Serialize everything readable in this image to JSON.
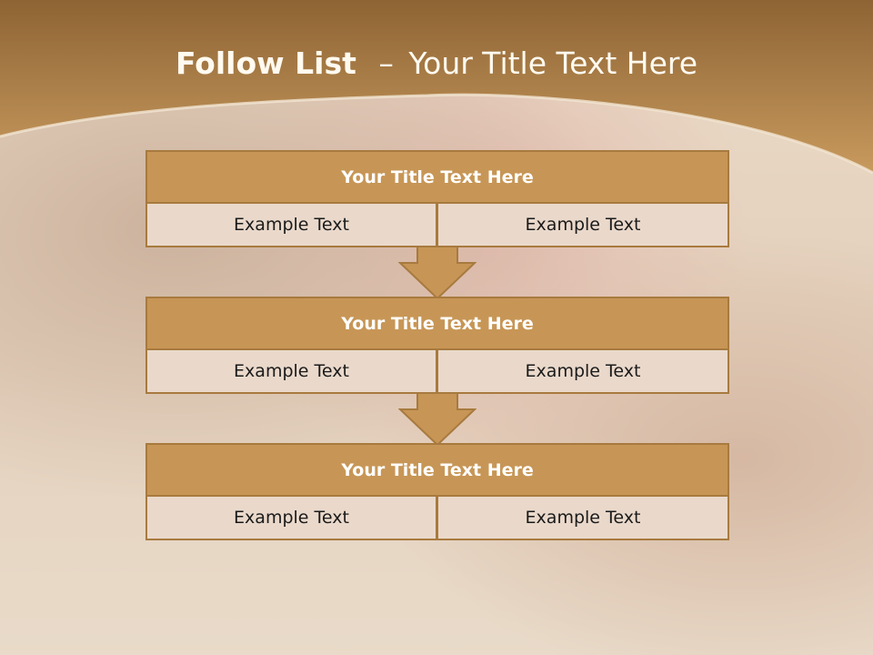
{
  "slide": {
    "title_bold": "Follow List",
    "title_separator": "–",
    "title_rest": "Your Title Text Here"
  },
  "rows": [
    {
      "title": "Your Title Text Here",
      "left": "Example Text",
      "right": "Example Text"
    },
    {
      "title": "Your Title Text Here",
      "left": "Example Text",
      "right": "Example Text"
    },
    {
      "title": "Your Title Text Here",
      "left": "Example Text",
      "right": "Example Text"
    }
  ],
  "colors": {
    "header_band": "#b98a52",
    "box_header": "#c79656",
    "box_border": "#a87a3f",
    "box_cell": "#ead9cb"
  }
}
